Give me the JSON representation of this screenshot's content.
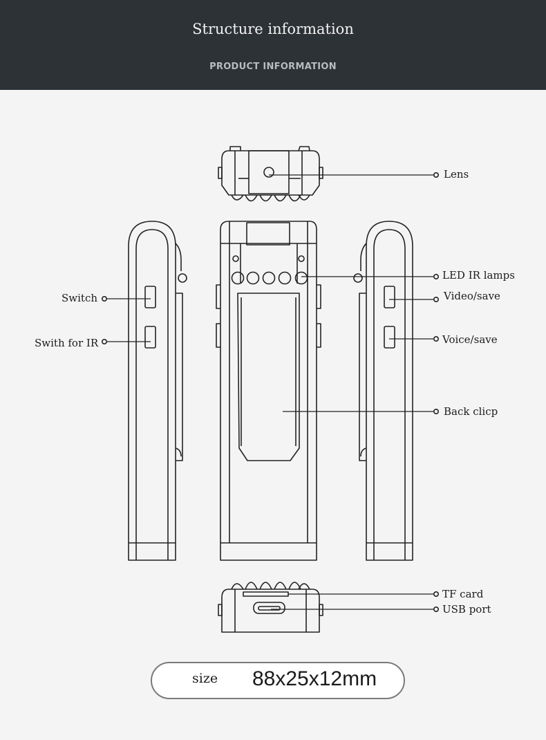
{
  "header": {
    "title": "Structure information",
    "subtitle": "PRODUCT INFORMATION"
  },
  "callouts": {
    "lens": "Lens",
    "led_ir_lamps": "LED IR lamps",
    "video_save": "Video/save",
    "voice_save": "Voice/save",
    "back_clip": "Back clicp",
    "switch": "Switch",
    "switch_for_ir": "Swith for IR",
    "tf_card": "TF card",
    "usb_port": "USB port"
  },
  "size": {
    "label": "size",
    "value": "88x25x12mm"
  },
  "colors": {
    "header_bg": "#2d3236",
    "page_bg": "#f4f4f4",
    "line": "#222222"
  }
}
